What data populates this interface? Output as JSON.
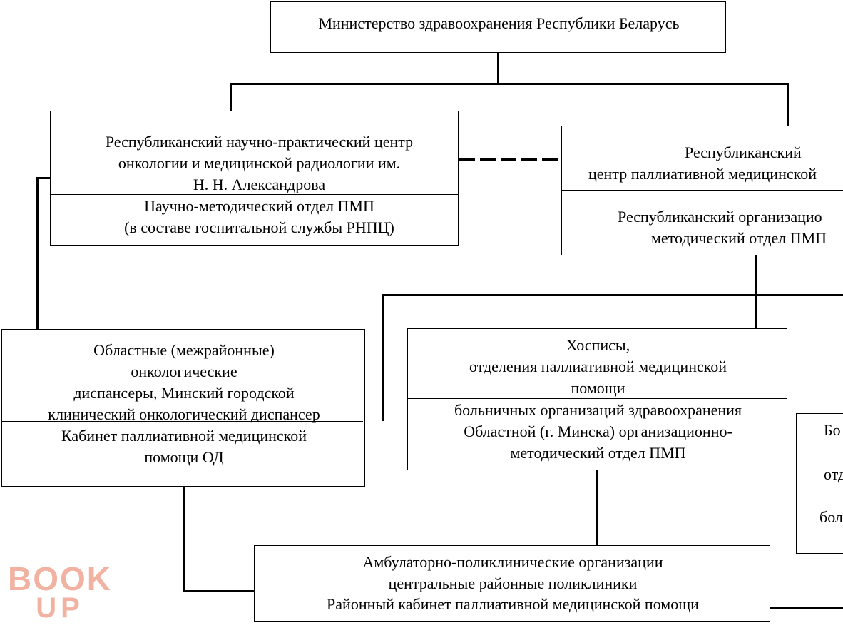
{
  "ministry": {
    "title": "Министерство здравоохранения Республики Беларусь"
  },
  "rnpc": {
    "title_line1": "Республиканский научно-практический центр",
    "title_line2": "онкологии и медицинской радиологии им.",
    "title_line3": "Н. Н. Александрова",
    "dept_line1": "Научно-методический отдел ПМП",
    "dept_line2": "(в составе госпитальной службы РНПЦ)"
  },
  "rcpm": {
    "title_line1": "Республиканский",
    "title_line2": "центр паллиативной медицинской",
    "dept_line1": "Республиканский организацио",
    "dept_line2": "методический отдел ПМП"
  },
  "oblast": {
    "title_line1": "Областные (межрайонные)",
    "title_line2": "онкологические",
    "title_line3": "диспансеры, Минский городской",
    "title_line4": "клинический онкологический диспансер",
    "dept_line1": "Кабинет паллиативной медицинской",
    "dept_line2": "помощи ОД"
  },
  "hospice": {
    "title_line1": "Хосписы,",
    "title_line2": "отделения паллиативной медицинской",
    "title_line3": "помощи",
    "dept_line1": "больничных организаций здравоохранения",
    "dept_line2": "Областной (г. Минска) организационно-",
    "dept_line3": "методический отдел ПМП"
  },
  "partial_right": {
    "line1": "Бо",
    "line2": "отд",
    "line3": "бол"
  },
  "ambulatory": {
    "title_line1": "Амбулаторно-поликлинические организации",
    "title_line2": "центральные районные поликлиники",
    "dept_line1": "Районный кабинет паллиативной медицинской помощи"
  },
  "watermark": {
    "line1": "BOOK",
    "line2": "UP",
    "color": "#f2b2a2"
  }
}
